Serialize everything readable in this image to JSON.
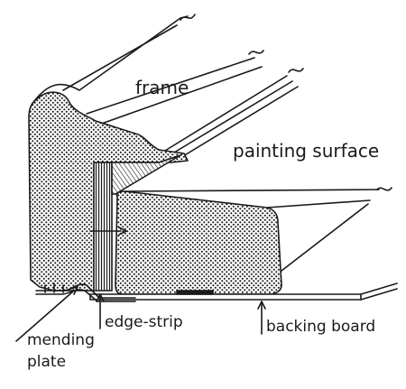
{
  "labels": {
    "frame": "frame",
    "painting_surface": "painting surface",
    "edge_strip": "edge-strip",
    "backing_board": "backing board",
    "mending_line1": "mending",
    "mending_line2": "plate"
  },
  "colors": {
    "ink": "#1a1a1a",
    "paper": "#ffffff"
  }
}
